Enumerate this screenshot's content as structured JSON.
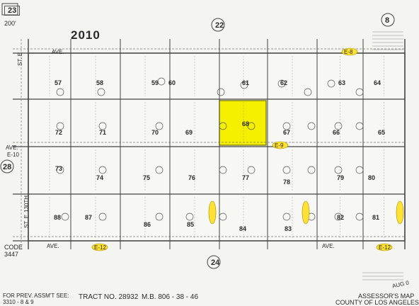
{
  "sheet": {
    "number": "23",
    "scale": "200'",
    "year": "2010"
  },
  "adjacent_pages": {
    "top": "22",
    "top_right": "8",
    "left": "28",
    "bottom": "24"
  },
  "streets": {
    "avenue_top": "AVE.",
    "avenue_middle": "AVE.",
    "avenue_middle_code": "E-10",
    "st_left": "ST. E",
    "st_lower": "130TH",
    "st_lower_left": "ST. E",
    "avenue_bottom_left": "AVE.",
    "avenue_bottom_right": "AVE.",
    "avenue_e8": "E-8"
  },
  "callouts": {
    "top_right": "E-8",
    "mid": "E-9",
    "bottom_left": "E-12",
    "bottom_right": "E-12"
  },
  "lots": [
    {
      "id": "57",
      "acres": ""
    },
    {
      "id": "58",
      "acres": ""
    },
    {
      "id": "59",
      "acres": ""
    },
    {
      "id": "60",
      "acres": ""
    },
    {
      "id": "61",
      "acres": ""
    },
    {
      "id": "62",
      "acres": ""
    },
    {
      "id": "63",
      "acres": ""
    },
    {
      "id": "64",
      "acres": ""
    },
    {
      "id": "72",
      "acres": ""
    },
    {
      "id": "71",
      "acres": ""
    },
    {
      "id": "70",
      "acres": ""
    },
    {
      "id": "69",
      "acres": ""
    },
    {
      "id": "68",
      "acres": ""
    },
    {
      "id": "67",
      "acres": ""
    },
    {
      "id": "66",
      "acres": ""
    },
    {
      "id": "65",
      "acres": ""
    },
    {
      "id": "73",
      "acres": ""
    },
    {
      "id": "74",
      "acres": ""
    },
    {
      "id": "75",
      "acres": ""
    },
    {
      "id": "76",
      "acres": ""
    },
    {
      "id": "77",
      "acres": ""
    },
    {
      "id": "78",
      "acres": ""
    },
    {
      "id": "79",
      "acres": ""
    },
    {
      "id": "80",
      "acres": ""
    },
    {
      "id": "88",
      "acres": ""
    },
    {
      "id": "87",
      "acres": ""
    },
    {
      "id": "86",
      "acres": ""
    },
    {
      "id": "85",
      "acres": ""
    },
    {
      "id": "84",
      "acres": ""
    },
    {
      "id": "83",
      "acres": ""
    },
    {
      "id": "82",
      "acres": ""
    },
    {
      "id": "81",
      "acres": ""
    }
  ],
  "highlight": {
    "lot": "68",
    "color": "#f5f000"
  },
  "footer": {
    "code_label": "CODE",
    "code_value": "3447",
    "prev_label": "FOR PREV. ASSM'T SEE:",
    "prev_value": "3310 - 8 & 9",
    "tract": "TRACT NO. 28932",
    "mb": "M.B. 806 - 38 - 46",
    "map_title": "ASSESSOR'S MAP",
    "county": "COUNTY OF LOS ANGELES",
    "date_stamp": "AUG 0"
  },
  "colors": {
    "line": "#444444",
    "highlight": "#f5f000",
    "callout": "#ffe234",
    "paper": "#f4f4f0"
  }
}
